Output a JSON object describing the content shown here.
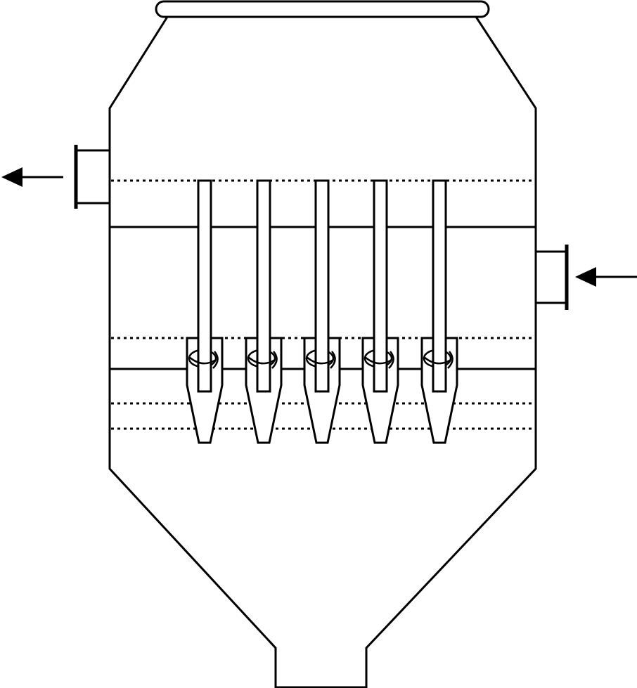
{
  "diagram": {
    "kind": "multi-cyclone separator vessel",
    "stroke_color": "#000000",
    "background_color": "#ffffff",
    "cyclone_count": 5,
    "dotted_levels": 4,
    "solid_levels": 2,
    "inlet": {
      "side": "right",
      "arrow_direction": "left"
    },
    "outlet": {
      "side": "left",
      "arrow_direction": "left"
    }
  }
}
